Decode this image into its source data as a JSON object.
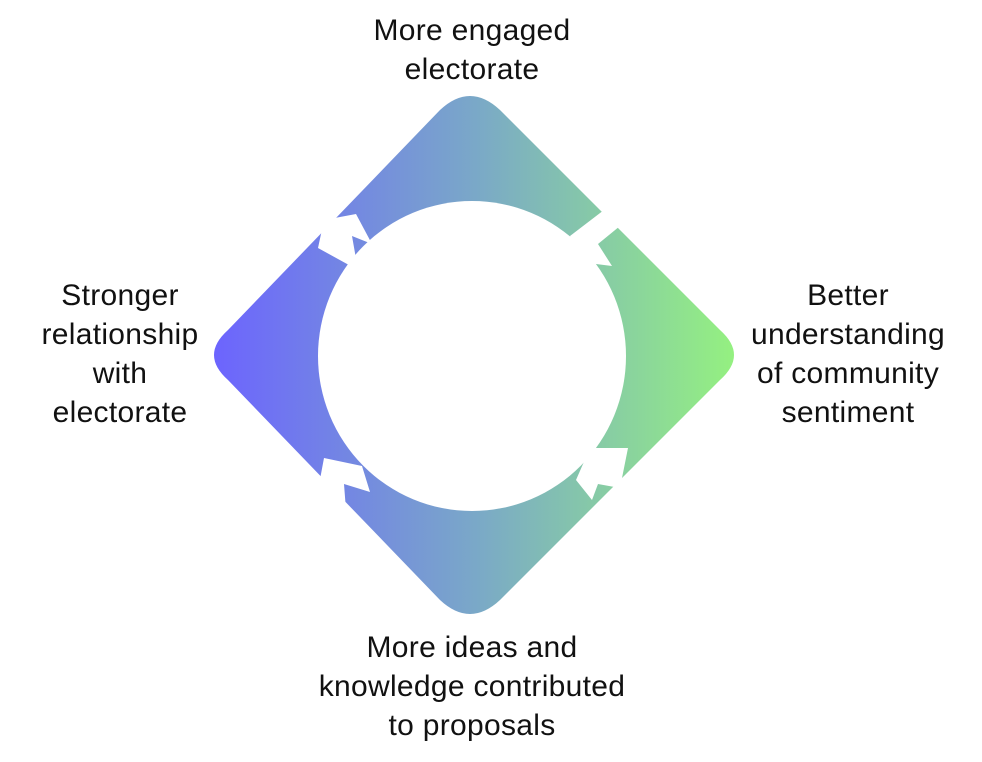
{
  "diagram": {
    "nodes": {
      "top": {
        "lines": [
          "More engaged",
          "electorate"
        ]
      },
      "right": {
        "lines": [
          "Better",
          "understanding",
          "of community",
          "sentiment"
        ]
      },
      "bottom": {
        "lines": [
          "More ideas and",
          "knowledge contributed",
          "to proposals"
        ]
      },
      "left": {
        "lines": [
          "Stronger",
          "relationship",
          "with",
          "electorate"
        ]
      }
    },
    "colors": {
      "gradient_start": "#6c63ff",
      "gradient_mid": "#7aa8c8",
      "gradient_end": "#95f27f",
      "background": "#ffffff",
      "text": "#111111"
    }
  }
}
